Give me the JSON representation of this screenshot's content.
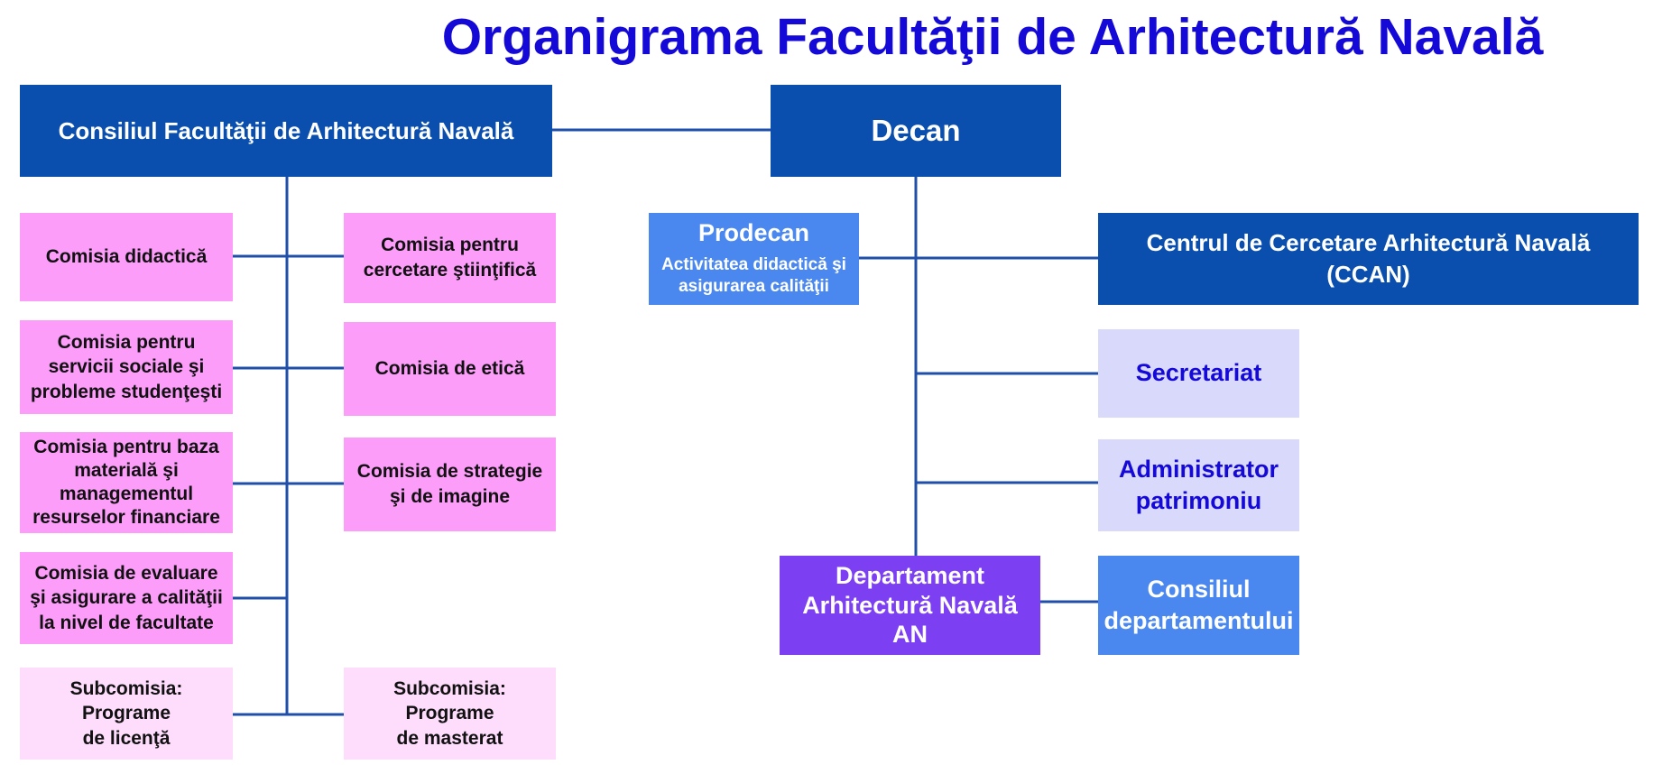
{
  "title": "Organigrama Facultăţii de Arhitectură Navală",
  "boxes": {
    "consiliul": "Consiliul Facultăţii de Arhitectură Navală",
    "decan": "Decan",
    "prodecan": {
      "title": "Prodecan",
      "subtitle": "Activitatea didactică şi\nasigurarea calităţii"
    },
    "ccan": "Centrul de Cercetare Arhitectură Navală\n(CCAN)",
    "secretariat": "Secretariat",
    "administrator": "Administrator\npatrimoniu",
    "departament": "Departament\nArhitectură Navală\nAN",
    "consiliul_dept": "Consiliul\ndepartamentului",
    "comisia_didactica": "Comisia didactică",
    "comisia_cercetare": "Comisia pentru\ncercetare ştiinţifică",
    "comisia_sociale": "Comisia pentru\nservicii sociale şi\nprobleme studenţeşti",
    "comisia_etica": "Comisia de etică",
    "comisia_baza": "Comisia pentru baza\nmaterială şi\nmanagementul\nresurselor financiare",
    "comisia_strategie": "Comisia de strategie\nşi de imagine",
    "comisia_evaluare": "Comisia de evaluare\nşi asigurare a calităţii\nla nivel de facultate",
    "subcomisia_licenta": "Subcomisia:\nPrograme\nde licenţă",
    "subcomisia_masterat": "Subcomisia:\nPrograme\nde masterat"
  },
  "colors": {
    "title": "#1409d6",
    "dark_blue": "#0a4fae",
    "light_blue": "#4a88f0",
    "pink": "#fd9dfa",
    "pale_pink": "#fddcfc",
    "lavender": "#d9d9fc",
    "violet": "#7d3ff2",
    "connector": "#1f4fa8"
  }
}
